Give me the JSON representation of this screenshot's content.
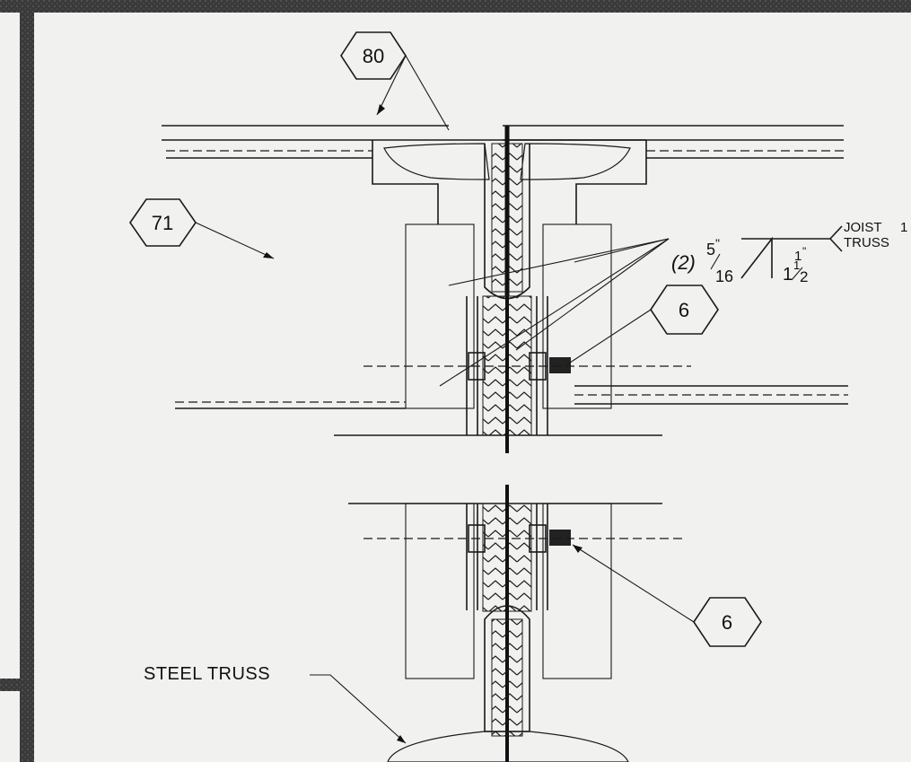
{
  "tags": {
    "tag_80": "80",
    "tag_71": "71",
    "tag_6_top": "6",
    "tag_6_bottom": "6"
  },
  "labels": {
    "steel_truss": "STEEL TRUSS",
    "joist_line1": "JOIST",
    "joist_line2": "TRUSS",
    "joist_suffix": "1"
  },
  "weld_symbol": {
    "count": "(2)",
    "size_num": "5",
    "size_den": "16",
    "inch": "\"",
    "length_num": "1",
    "length_inch": "\"",
    "pitch_whole": "1",
    "pitch_num": "1",
    "pitch_den": "2"
  },
  "colors": {
    "ink": "#1a1a1a",
    "paper": "#f1f1ef",
    "border": "#2a2a2a"
  }
}
